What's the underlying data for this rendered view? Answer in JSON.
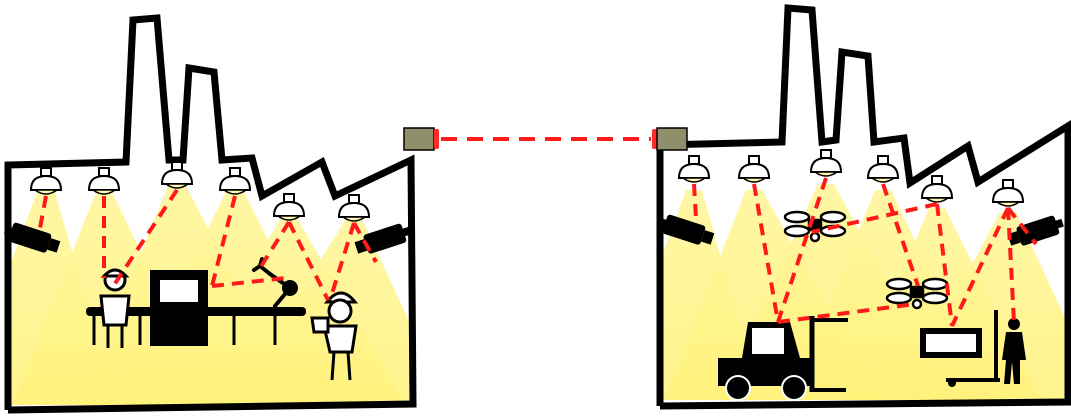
{
  "colors": {
    "outline": "#000000",
    "light_beam": "#fff27a",
    "light_beam_edge": "#f7ef9e",
    "lamp_glow": "#fff8b5",
    "optical_link": "#ff1a1a",
    "transceiver_body": "#8f8f6c",
    "transceiver_lens": "#ff2a2a",
    "background": "#ffffff"
  },
  "scene": {
    "left_building": {
      "type": "factory with production line",
      "chimneys": 2,
      "ceiling_lamps": 6,
      "cameras": 2,
      "contents": [
        "worker",
        "conveyor",
        "machine",
        "robot-arm",
        "worker-with-hardhat"
      ]
    },
    "right_building": {
      "type": "warehouse with vehicles",
      "chimneys": 2,
      "ceiling_lamps": 6,
      "cameras": 2,
      "contents": [
        "drone",
        "drone",
        "forklift",
        "pallet-jack-with-operator"
      ]
    },
    "link": {
      "type": "dashed optical link between roof transceivers",
      "transceivers": 2
    }
  }
}
